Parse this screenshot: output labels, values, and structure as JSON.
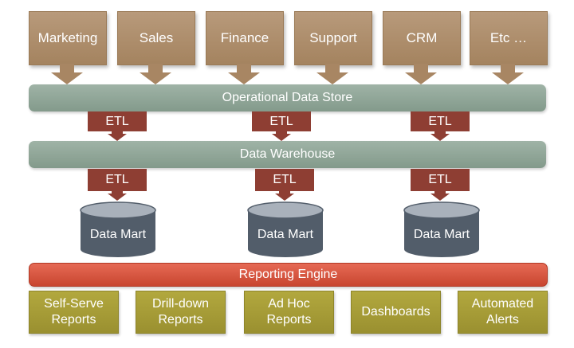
{
  "sources": [
    "Marketing",
    "Sales",
    "Finance",
    "Support",
    "CRM",
    "Etc …"
  ],
  "ods_label": "Operational Data Store",
  "dw_label": "Data Warehouse",
  "etl_label": "ETL",
  "data_marts": [
    "Data Mart",
    "Data Mart",
    "Data Mart"
  ],
  "reporting_engine_label": "Reporting Engine",
  "reports": [
    "Self-Serve\nReports",
    "Drill-down\nReports",
    "Ad Hoc\nReports",
    "Dashboards",
    "Automated\nAlerts"
  ],
  "colors": {
    "source": "#a88663",
    "bar": "#8fa596",
    "etl": "#8e3e33",
    "mart": "#535e6b",
    "reporting_engine": "#d4533d",
    "report": "#a69c36"
  }
}
